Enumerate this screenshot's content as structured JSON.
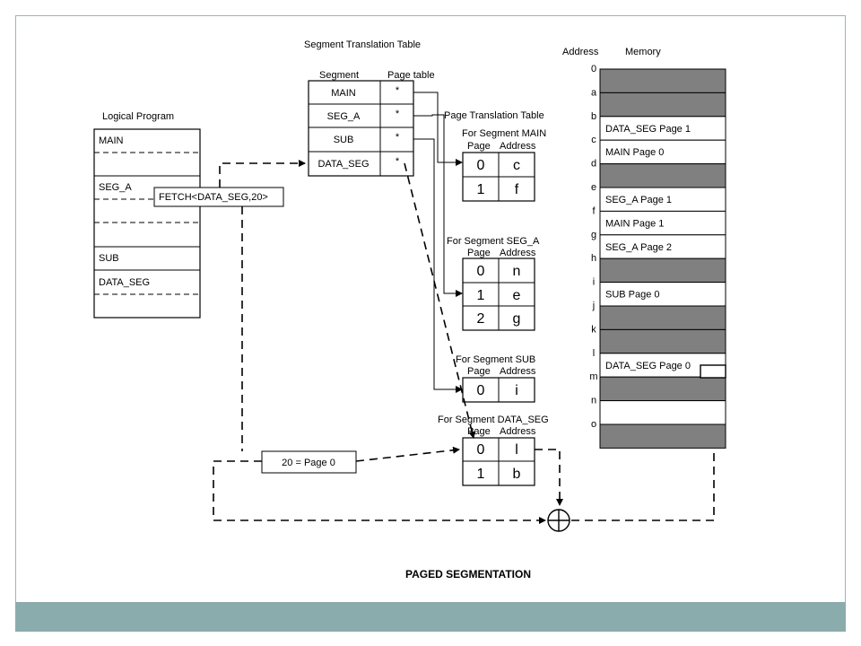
{
  "title": "PAGED SEGMENTATION",
  "colors": {
    "footer_band": "#8aacac",
    "shaded_frame": "#808080",
    "line": "#000000"
  },
  "logical_program": {
    "label": "Logical Program",
    "segments": [
      "MAIN",
      "SEG_A",
      "SUB",
      "DATA_SEG"
    ],
    "instruction": "FETCH<DATA_SEG,20>"
  },
  "segment_table": {
    "title": "Segment Translation Table",
    "col_segment": "Segment",
    "col_page_table": "Page table",
    "rows": [
      {
        "segment": "MAIN",
        "pointer": "*"
      },
      {
        "segment": "SEG_A",
        "pointer": "*"
      },
      {
        "segment": "SUB",
        "pointer": "*"
      },
      {
        "segment": "DATA_SEG",
        "pointer": "*"
      }
    ]
  },
  "page_tables": {
    "title": "Page Translation Table",
    "col_page": "Page",
    "col_address": "Address",
    "tables": [
      {
        "label": "For Segment MAIN",
        "rows": [
          {
            "page": "0",
            "address": "c"
          },
          {
            "page": "1",
            "address": "f"
          }
        ]
      },
      {
        "label": "For Segment SEG_A",
        "rows": [
          {
            "page": "0",
            "address": "n"
          },
          {
            "page": "1",
            "address": "e"
          },
          {
            "page": "2",
            "address": "g"
          }
        ]
      },
      {
        "label": "For Segment SUB",
        "rows": [
          {
            "page": "0",
            "address": "i"
          }
        ]
      },
      {
        "label": "For Segment DATA_SEG",
        "rows": [
          {
            "page": "0",
            "address": "l"
          },
          {
            "page": "1",
            "address": "b"
          }
        ]
      }
    ]
  },
  "offset_box": "20 = Page 0",
  "memory": {
    "col_address": "Address",
    "col_memory": "Memory",
    "addresses": [
      "0",
      "a",
      "b",
      "c",
      "d",
      "e",
      "f",
      "g",
      "h",
      "i",
      "j",
      "k",
      "l",
      "m",
      "n",
      "o"
    ],
    "frames": [
      {
        "label": "",
        "shaded": true
      },
      {
        "label": "",
        "shaded": true
      },
      {
        "label": "DATA_SEG Page 1",
        "shaded": false
      },
      {
        "label": "MAIN Page 0",
        "shaded": false
      },
      {
        "label": "",
        "shaded": true
      },
      {
        "label": "SEG_A Page 1",
        "shaded": false
      },
      {
        "label": "MAIN Page 1",
        "shaded": false
      },
      {
        "label": "SEG_A Page 2",
        "shaded": false
      },
      {
        "label": "",
        "shaded": true
      },
      {
        "label": "SUB Page 0",
        "shaded": false
      },
      {
        "label": "",
        "shaded": true
      },
      {
        "label": "",
        "shaded": true
      },
      {
        "label": "DATA_SEG Page 0",
        "shaded": false
      },
      {
        "label": "",
        "shaded": true
      },
      {
        "label": "",
        "shaded": false
      },
      {
        "label": "",
        "shaded": true
      }
    ]
  }
}
